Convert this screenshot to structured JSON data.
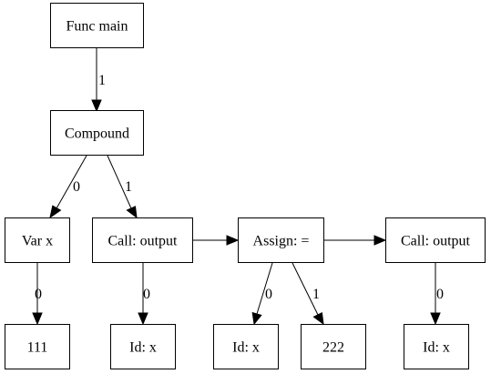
{
  "diagram": {
    "nodes": {
      "func_main": "Func main",
      "compound": "Compound",
      "var_x": "Var x",
      "call_output_1": "Call: output",
      "assign": "Assign: =",
      "call_output_2": "Call: output",
      "num_111": "111",
      "id_x_1": "Id: x",
      "id_x_2": "Id: x",
      "num_222": "222",
      "id_x_3": "Id: x"
    },
    "edge_labels": {
      "func_to_compound": "1",
      "compound_to_var": "0",
      "compound_to_call1": "1",
      "var_to_111": "0",
      "call1_to_idx": "0",
      "assign_to_idx": "0",
      "assign_to_222": "1",
      "call2_to_idx": "0"
    }
  }
}
